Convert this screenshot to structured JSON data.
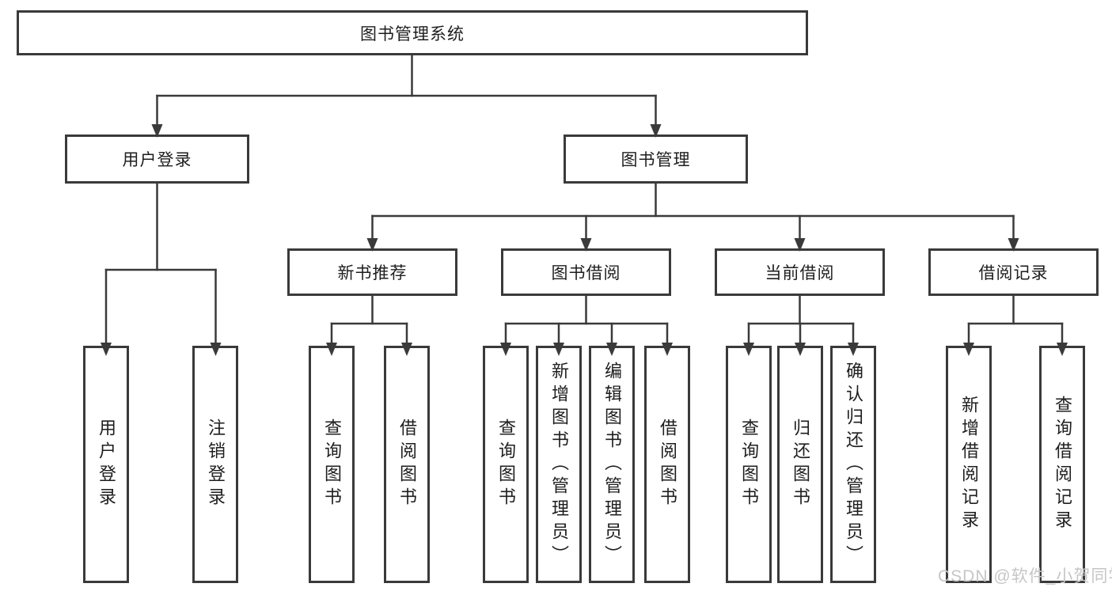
{
  "diagram": {
    "root": {
      "label": "图书管理系统"
    },
    "level2": [
      {
        "label": "用户登录",
        "children": [
          {
            "label": "用户登录"
          },
          {
            "label": "注销登录"
          }
        ]
      },
      {
        "label": "图书管理"
      }
    ],
    "level3": [
      {
        "label": "新书推荐",
        "children": [
          {
            "label": "查询图书"
          },
          {
            "label": "借阅图书"
          }
        ]
      },
      {
        "label": "图书借阅",
        "children": [
          {
            "label": "查询图书"
          },
          {
            "label": "新增图书（管理员）"
          },
          {
            "label": "编辑图书（管理员）"
          },
          {
            "label": "借阅图书"
          }
        ]
      },
      {
        "label": "当前借阅",
        "children": [
          {
            "label": "查询图书"
          },
          {
            "label": "归还图书"
          },
          {
            "label": "确认归还（管理员）"
          }
        ]
      },
      {
        "label": "借阅记录",
        "children": [
          {
            "label": "新增借阅记录"
          },
          {
            "label": "查询借阅记录"
          }
        ]
      }
    ],
    "watermark": "CSDN @软件_小贺同学",
    "colors": {
      "line": "#3a3a3a",
      "text": "#1e1e1e",
      "background": "#ffffff",
      "watermark": "#c6c6c6"
    }
  }
}
